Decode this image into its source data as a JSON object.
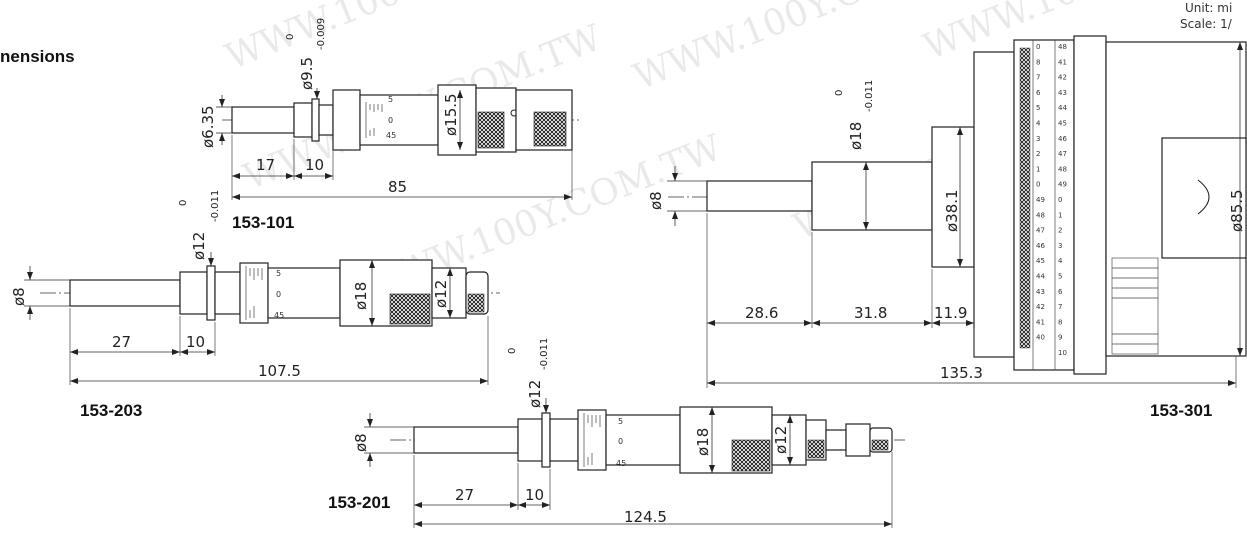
{
  "header": {
    "title": "nensions",
    "unit_label": "Unit: mi",
    "scale_label": "Scale: 1/"
  },
  "watermark": "WWW.100Y.COM.TW",
  "drawings": {
    "m153_101": {
      "model": "153-101",
      "dims": {
        "spindle_dia": "ø6.35",
        "sleeve_dia": "ø9.5",
        "sleeve_tol_upper": "0",
        "sleeve_tol_lower": "-0.009",
        "thimble_dia": "ø15.5",
        "len_a": "17",
        "len_b": "10",
        "overall": "85"
      },
      "scale": {
        "s5": "5",
        "s0": "0",
        "s45": "45"
      }
    },
    "m153_203": {
      "model": "153-203",
      "dims": {
        "spindle_dia": "ø8",
        "sleeve_dia": "ø12",
        "sleeve_tol_upper": "0",
        "sleeve_tol_lower": "-0.011",
        "thimble_dia": "ø18",
        "ratchet_dia": "ø12",
        "len_a": "27",
        "len_b": "10",
        "overall": "107.5"
      },
      "scale": {
        "s5": "5",
        "s0": "0",
        "s45": "45"
      }
    },
    "m153_201": {
      "model": "153-201",
      "dims": {
        "spindle_dia": "ø8",
        "sleeve_dia": "ø12",
        "sleeve_tol_upper": "0",
        "sleeve_tol_lower": "-0.011",
        "thimble_dia": "ø18",
        "ratchet_dia": "ø12",
        "len_a": "27",
        "len_b": "10",
        "overall": "124.5"
      },
      "scale": {
        "s5": "5",
        "s0": "0",
        "s45": "45"
      }
    },
    "m153_301": {
      "model": "153-301",
      "dims": {
        "spindle_dia": "ø8",
        "sleeve_dia": "ø18",
        "sleeve_tol_upper": "0",
        "sleeve_tol_lower": "-0.011",
        "barrel_dia": "ø38.1",
        "thimble_dia": "ø85.5",
        "len_a": "28.6",
        "len_b": "31.8",
        "len_c": "11.9",
        "overall": "135.3"
      },
      "scale": {
        "left": [
          "0",
          "8",
          "7",
          "6",
          "5",
          "4",
          "3",
          "2",
          "1",
          "0",
          "49",
          "48",
          "47",
          "46",
          "45",
          "44",
          "43",
          "42",
          "41",
          "40"
        ],
        "right": [
          "48",
          "41",
          "42",
          "43",
          "44",
          "45",
          "46",
          "47",
          "48",
          "49",
          "0",
          "1",
          "2",
          "3",
          "4",
          "5",
          "6",
          "7",
          "8",
          "9",
          "10"
        ]
      }
    }
  }
}
